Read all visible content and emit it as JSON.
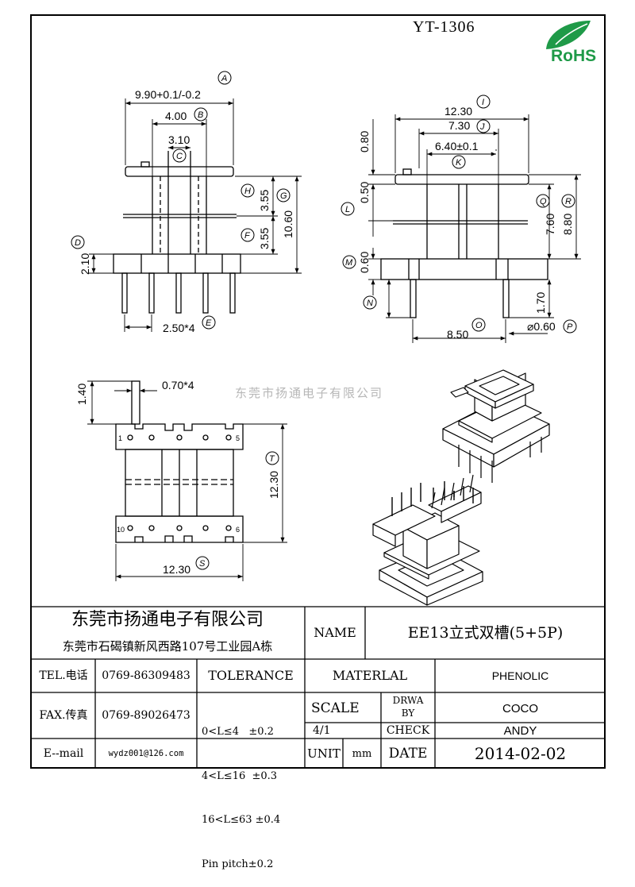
{
  "drawing": {
    "part_no": "YT-1306",
    "rohs_label": "RoHS",
    "watermark": "东莞市扬通电子有限公司",
    "side_view": {
      "dims": {
        "A": "9.90+0.1/-0.2",
        "B": "4.00",
        "C": "3.10",
        "D": "2.10",
        "E": "2.50*4",
        "F": "3.55",
        "G": "10.60",
        "H": "3.55"
      },
      "labels": [
        "A",
        "B",
        "C",
        "D",
        "E",
        "F",
        "G",
        "H"
      ]
    },
    "front_view": {
      "dims": {
        "I": "12.30",
        "J": "7.30",
        "K": "6.40±0.1",
        "L": "0.50",
        "M": "0.60",
        "O": "8.50",
        "P": "⌀0.60",
        "Q": "7.60",
        "R": "8.80",
        "top": "0.80",
        "pin": "1.70"
      },
      "labels": [
        "I",
        "J",
        "K",
        "L",
        "M",
        "N",
        "O",
        "P",
        "Q",
        "R"
      ]
    },
    "top_view": {
      "dims": {
        "pin_w": "0.70*4",
        "pin_h": "1.40",
        "T": "12.30",
        "S": "12.30"
      },
      "labels": [
        "S",
        "T"
      ],
      "pin_marks": {
        "p1": "1",
        "p5": "5",
        "p6": "6",
        "p10": "10"
      }
    }
  },
  "title_block": {
    "company": "东莞市扬通电子有限公司",
    "address": "东莞市石碣镇新风西路107号工业园A栋",
    "name_label": "NAME",
    "name_value": "EE13立式双槽(5+5P)",
    "tel_label": "TEL.电话",
    "tel_value": "0769-86309483",
    "fax_label": "FAX.传真",
    "fax_value": "0769-89026473",
    "email_label": "E--mail",
    "email_value": "wydz001@126.com",
    "tolerance_label": "TOLERANCE",
    "tol_1": "0<L≤4   ±0.2",
    "tol_2": "4<L≤16  ±0.3",
    "tol_3": "16<L≤63 ±0.4",
    "tol_4": "Pin pitch±0.2",
    "material_label": "MATERLAL",
    "material_value": "PHENOLIC",
    "scale_label": "SCALE",
    "scale_value": "4/1",
    "unit_label": "UNIT",
    "unit_value": "mm",
    "drawn_label_1": "DRWA",
    "drawn_label_2": "BY",
    "drawn_value": "COCO",
    "check_label": "CHECK",
    "check_value": "ANDY",
    "date_label": "DATE",
    "date_value": "2014-02-02"
  }
}
